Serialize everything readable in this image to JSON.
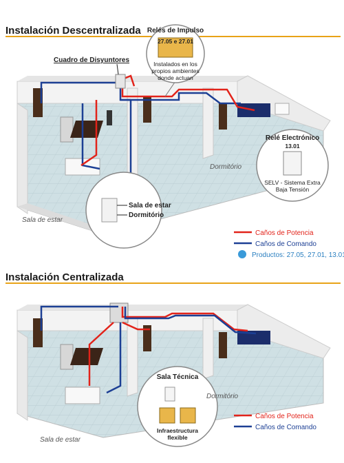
{
  "section1": {
    "title": "Instalación Descentralizada",
    "callout_relay_impulse": {
      "title": "Relés de Impulso",
      "models": "27.05 e 27.01",
      "caption_line1": "Instalados en los",
      "caption_line2": "propios ambientes",
      "caption_line3": "donde actuan"
    },
    "breaker_label": "Cuadro de Disyuntores",
    "callout_electronic": {
      "title": "Relé Electrónico",
      "model": "13.01",
      "caption_line1": "SELV - Sistema Extra",
      "caption_line2": "Baja Tensión"
    },
    "callout_switch": {
      "line1": "Sala de estar",
      "line2": "Dormitório"
    },
    "room_living": "Sala de estar",
    "room_bedroom": "Dormitório",
    "legend": {
      "power": "Caños de Potencia",
      "command": "Caños de Comando",
      "products": "Productos: 27.05, 27.01, 13.01"
    }
  },
  "section2": {
    "title": "Instalación Centralizada",
    "callout_tech": {
      "title": "Sala Técnica",
      "caption_line1": "Infraestructura",
      "caption_line2": "flexible"
    },
    "room_living": "Sala de estar",
    "room_bedroom": "Dormitório",
    "legend": {
      "power": "Caños de Potencia",
      "command": "Caños de Comando"
    }
  },
  "colors": {
    "accent_line": "#e8a317",
    "power": "#e2231a",
    "command": "#1c3f94",
    "floor": "#c9dbe0",
    "wall": "#f3f3f3"
  }
}
